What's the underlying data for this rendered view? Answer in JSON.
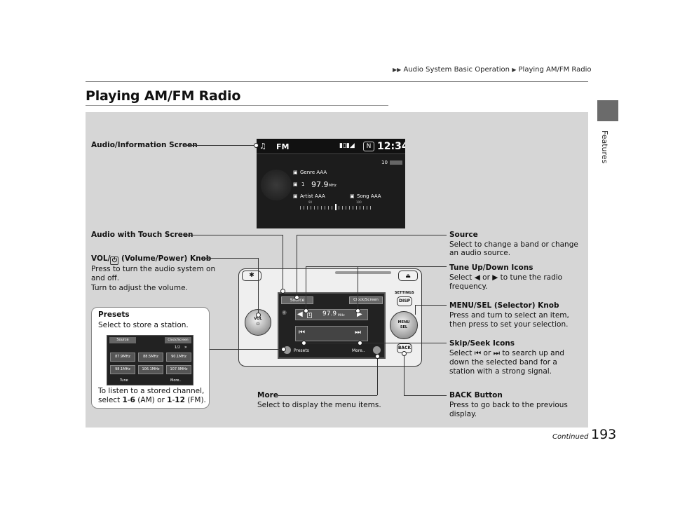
{
  "header": {
    "breadcrumb_1": "Audio System Basic Operation",
    "breadcrumb_2": "Playing AM/FM Radio",
    "title": "Playing AM/FM Radio",
    "side_label": "Features"
  },
  "screen": {
    "band": "FM",
    "clock": "12:34",
    "indicator": "N",
    "volume": "10",
    "genre": "Genre AAA",
    "preset_no": "1",
    "frequency": "97.9",
    "unit": "MHz",
    "artist": "Artist AAA",
    "song": "Song AAA",
    "scale_low": "90",
    "scale_high": "100"
  },
  "touch": {
    "source": "Source",
    "clock_screen": "Clock/Screen",
    "preset_no": "1",
    "frequency": "97.9",
    "unit": "MHz",
    "presets": "Presets",
    "more": "More..",
    "settings": "SETTINGS",
    "disp": "DISP",
    "menu": "MENU",
    "sel": "SEL",
    "back": "BACK",
    "vol": "VOL"
  },
  "mini": {
    "source": "Source",
    "clock_screen": "Clock/Screen",
    "page": "1/2",
    "presets": [
      "87.9MHz",
      "88.5MHz",
      "90.1MHz",
      "98.1MHz",
      "106.1MHz",
      "107.9MHz"
    ],
    "tune": "Tune",
    "more": "More.."
  },
  "callouts": {
    "audio_info_screen": "Audio/Information Screen",
    "audio_touch_screen": "Audio with Touch Screen",
    "vol_title_a": "VOL/",
    "vol_title_b": " (Volume/Power) Knob",
    "vol_desc_1": "Press to turn the audio system on",
    "vol_desc_2": "and off.",
    "vol_desc_3": "Turn to adjust the volume.",
    "presets_title": "Presets",
    "presets_desc": "Select to store a station.",
    "presets_stored_1": "To listen to a stored channel,",
    "presets_stored_2a": "select ",
    "presets_stored_am": "1",
    "presets_stored_dash": "-",
    "presets_stored_am2": "6",
    "presets_stored_2b": " (AM) or ",
    "presets_stored_fm": "1",
    "presets_stored_fm2": "12",
    "presets_stored_2c": " (FM).",
    "source_title": "Source",
    "source_desc_1": "Select to change a band or change",
    "source_desc_2": "an audio source.",
    "tune_title": "Tune Up/Down Icons",
    "tune_desc_a": "Select ",
    "tune_desc_b": " or ",
    "tune_desc_c": " to tune the radio",
    "tune_desc_2": "frequency.",
    "menu_title": "MENU/SEL (Selector) Knob",
    "menu_desc_1": "Press and turn to select an item,",
    "menu_desc_2": "then press to set your selection.",
    "skip_title": "Skip/Seek Icons",
    "skip_desc_a": "Select ",
    "skip_desc_b": " or ",
    "skip_desc_c": " to search up and",
    "skip_desc_2": "down the selected band for a",
    "skip_desc_3": "station with a strong signal.",
    "more_title": "More",
    "more_desc": "Select to display the menu items.",
    "back_title": "BACK Button",
    "back_desc_1": "Press to go back to the previous",
    "back_desc_2": "display."
  },
  "footer": {
    "continued": "Continued",
    "page_number": "193"
  }
}
